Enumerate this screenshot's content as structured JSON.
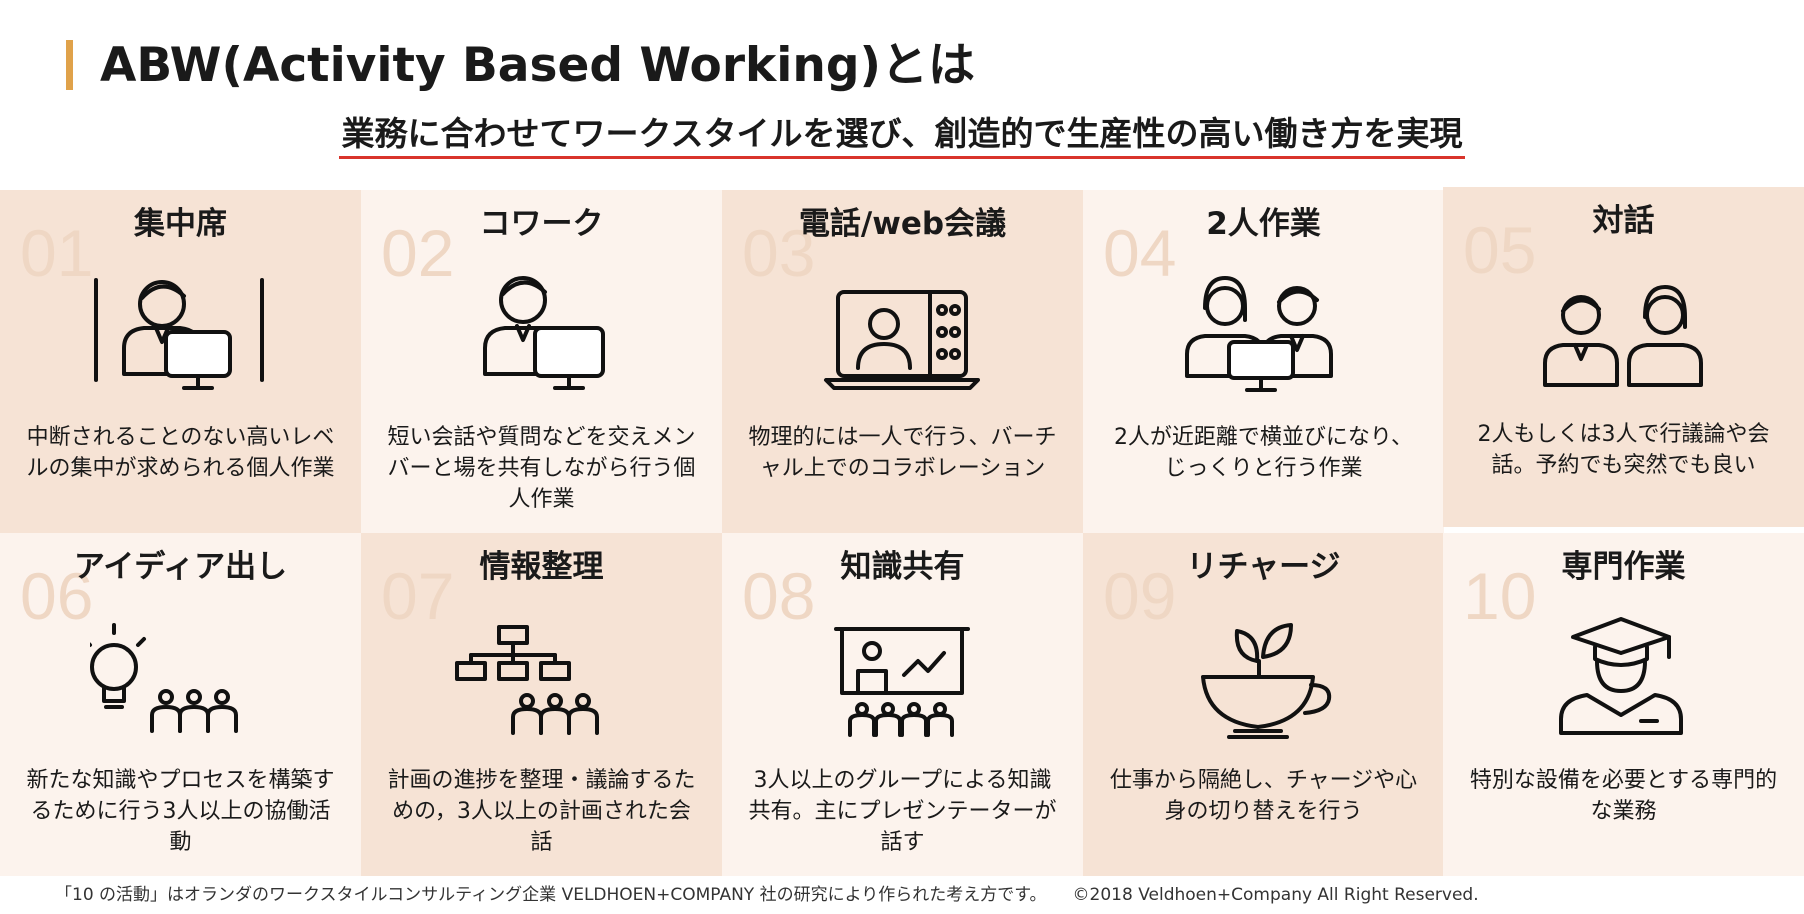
{
  "header": {
    "title": "ABW(Activity Based Working)とは",
    "subtitle": "業務に合わせてワークスタイルを選び、創造的で生産性の高い働き方を実現"
  },
  "activities": [
    {
      "num": "01",
      "title": "集中席",
      "desc": "中断されることのない高いレベルの集中が求められる個人作業",
      "icon": "focus-desk-icon"
    },
    {
      "num": "02",
      "title": "コワーク",
      "desc": "短い会話や質問などを交えメンバーと場を共有しながら行う個人作業",
      "icon": "cowork-icon"
    },
    {
      "num": "03",
      "title": "電話/web会議",
      "desc": "物理的には一人で行う、バーチャル上でのコラボレーション",
      "icon": "web-meeting-icon"
    },
    {
      "num": "04",
      "title": "2人作業",
      "desc": "2人が近距離で横並びになり、じっくりと行う作業",
      "icon": "pair-work-icon"
    },
    {
      "num": "05",
      "title": "対話",
      "desc": "2人もしくは3人で行議論や会話。予約でも突然でも良い",
      "icon": "dialogue-icon"
    },
    {
      "num": "06",
      "title": "アイディア出し",
      "desc": "新たな知識やプロセスを構築するために行う3人以上の協働活動",
      "icon": "lightbulb-icon"
    },
    {
      "num": "07",
      "title": "情報整理",
      "desc": "計画の進捗を整理・議論するための，3人以上の計画された会話",
      "icon": "org-chart-icon"
    },
    {
      "num": "08",
      "title": "知識共有",
      "desc": "3人以上のグループによる知識共有。主にプレゼンテーターが話す",
      "icon": "presentation-icon"
    },
    {
      "num": "09",
      "title": "リチャージ",
      "desc": "仕事から隔絶し、チャージや心身の切り替えを行う",
      "icon": "tea-cup-icon"
    },
    {
      "num": "10",
      "title": "専門作業",
      "desc": "特別な設備を必要とする専門的な業務",
      "icon": "graduate-icon"
    }
  ],
  "footer": {
    "note": "「10 の活動」はオランダのワークスタイルコンサルティング企業 VELDHOEN+COMPANY 社の研究により作られた考え方です。",
    "copyright": "©2018 Veldhoen+Company All Right Reserved."
  },
  "colors": {
    "accent": "#e0a24a",
    "underline": "#d9342b",
    "cell_dark": "#f6e3d5",
    "cell_light": "#fcf3ed"
  }
}
